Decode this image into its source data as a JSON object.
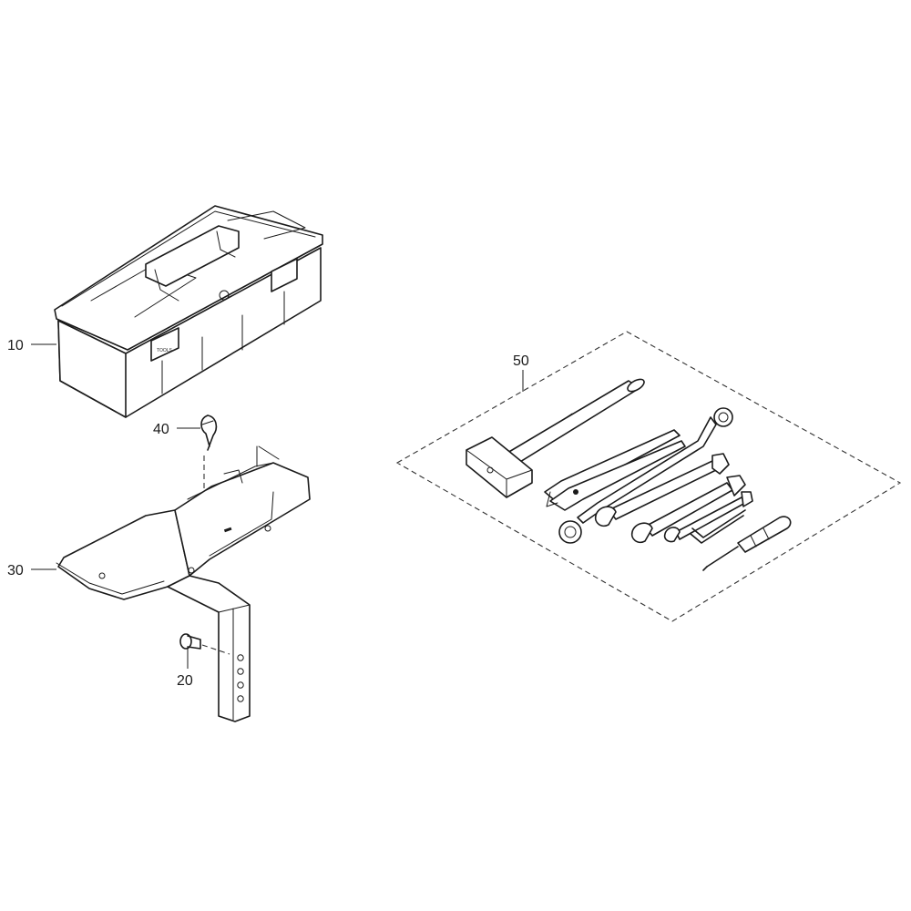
{
  "callouts": [
    {
      "id": "toolbox",
      "label": "10"
    },
    {
      "id": "pin",
      "label": "20"
    },
    {
      "id": "bracket",
      "label": "30"
    },
    {
      "id": "clip",
      "label": "40"
    },
    {
      "id": "toolset",
      "label": "50"
    }
  ],
  "toolbox_label": "TOOLS",
  "colors": {
    "line": "#1a1a1a",
    "background": "#ffffff"
  }
}
